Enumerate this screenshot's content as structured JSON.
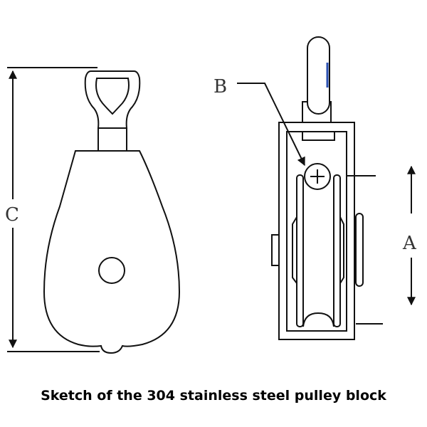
{
  "labels": {
    "a": "A",
    "b": "B",
    "c": "C"
  },
  "caption": "Sketch of the 304 stainless steel pulley block",
  "colors": {
    "line": "#111111",
    "accent": "#2a4fb0"
  }
}
